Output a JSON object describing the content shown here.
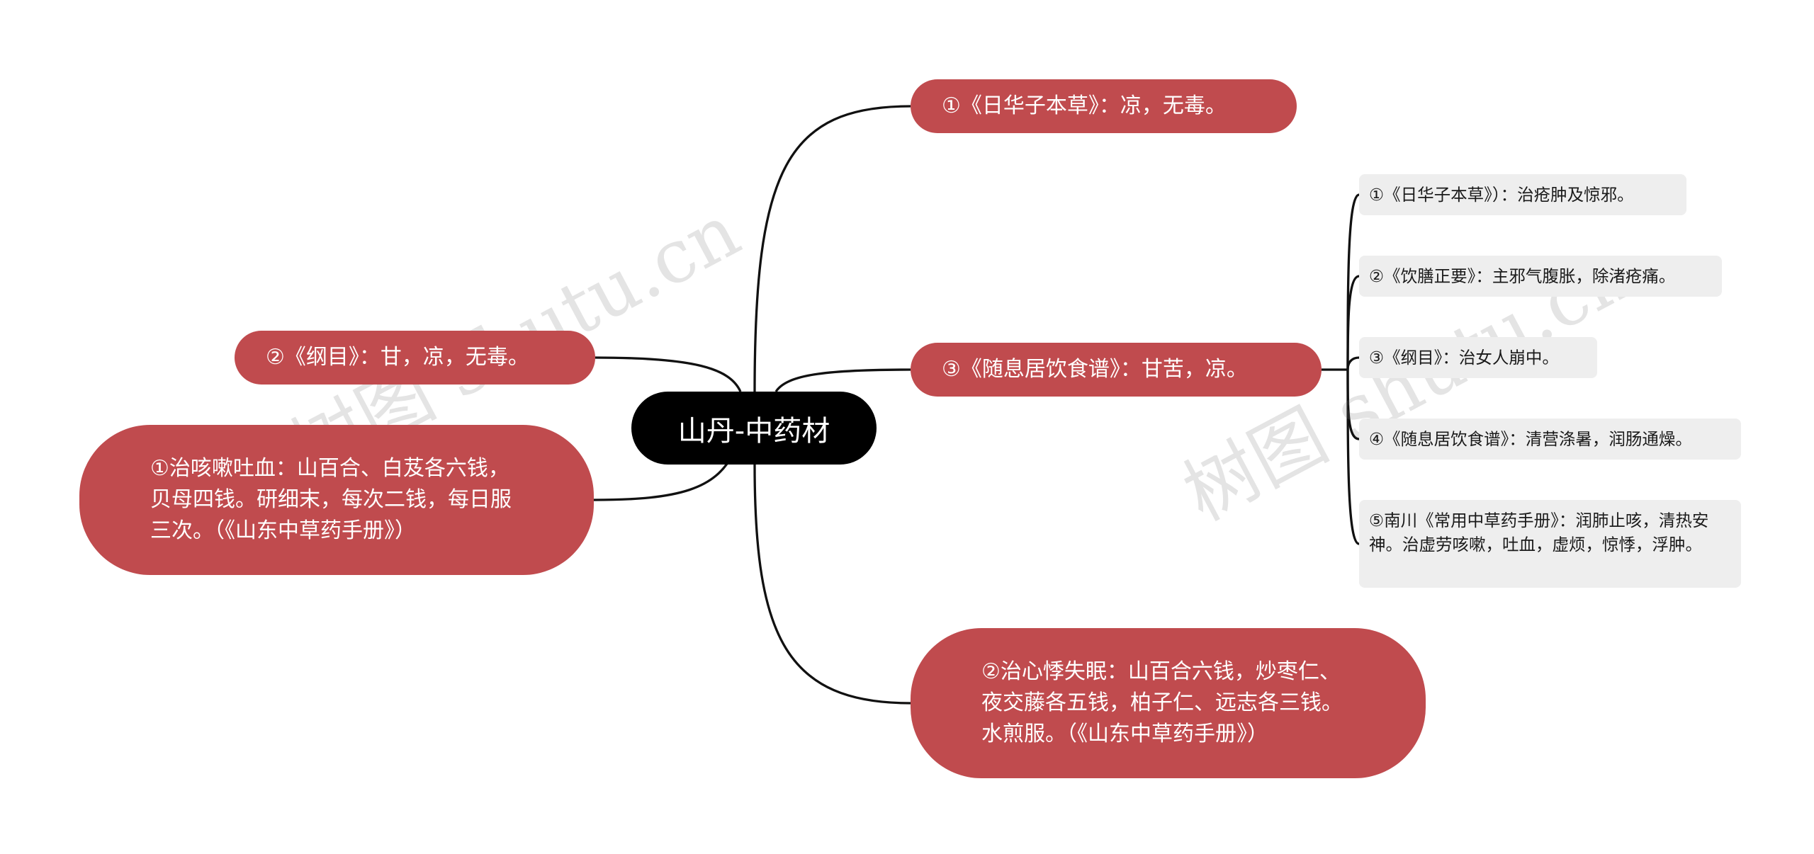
{
  "root": {
    "label": "山丹-中药材"
  },
  "watermark": "树图 shutu.cn",
  "colors": {
    "red_node": "#c04b4e",
    "root_node": "#000000",
    "gray_node": "#eeeeee",
    "connector": "#111111"
  },
  "left_branches": [
    {
      "id": "left-gangmu",
      "text": "②《纲目》：甘，凉，无毒。"
    },
    {
      "id": "left-cough",
      "text": "①治咳嗽吐血：山百合、白芨各六钱，贝母四钱。研细末，每次二钱，每日服三次。（《山东中草药手册》）"
    }
  ],
  "right_branches": [
    {
      "id": "right-rihuazi",
      "text": "①《日华子本草》：凉，无毒。"
    },
    {
      "id": "right-suixiju",
      "text": "③《随息居饮食谱》：甘苦，凉。",
      "children": [
        {
          "id": "sub-rihuazi",
          "text": "①《日华子本草》）：治疮肿及惊邪。"
        },
        {
          "id": "sub-yinshan",
          "text": "②《饮膳正要》：主邪气腹胀，除渚疮痛。"
        },
        {
          "id": "sub-gangmu",
          "text": "③《纲目》：治女人崩中。"
        },
        {
          "id": "sub-suixiju",
          "text": "④《随息居饮食谱》：清营涤暑，润肠通燥。"
        },
        {
          "id": "sub-nanchuan",
          "text": "⑤南川《常用中草药手册》：润肺止咳，清热安神。治虚劳咳嗽，吐血，虚烦，惊悸，浮肿。"
        }
      ]
    },
    {
      "id": "right-palpitation",
      "text": "②治心悸失眠：山百合六钱，炒枣仁、夜交藤各五钱，柏子仁、远志各三钱。水煎服。（《山东中草药手册》）"
    }
  ]
}
